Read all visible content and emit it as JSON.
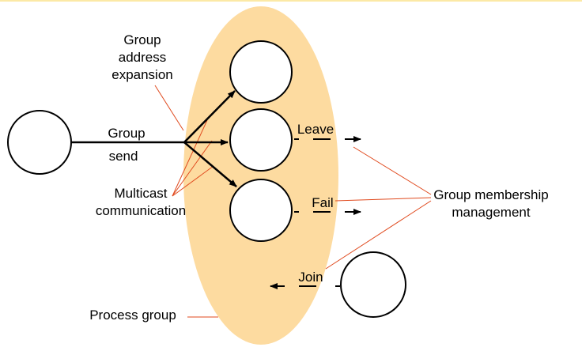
{
  "colors": {
    "group_fill": "#fddba0",
    "callout_line": "#e04a1e",
    "arrow": "#000000",
    "process_fill": "#ffffff",
    "top_rule": "#fce9a6"
  },
  "labels": {
    "group_address_expansion": [
      "Group",
      "address",
      "expansion"
    ],
    "group_send_line1": "Group",
    "group_send_line2": "send",
    "multicast_communication": [
      "Multicast",
      "communication"
    ],
    "leave": "Leave",
    "fail": "Fail",
    "join": "Join",
    "group_membership_management": [
      "Group membership",
      "management"
    ],
    "process_group": "Process group"
  }
}
